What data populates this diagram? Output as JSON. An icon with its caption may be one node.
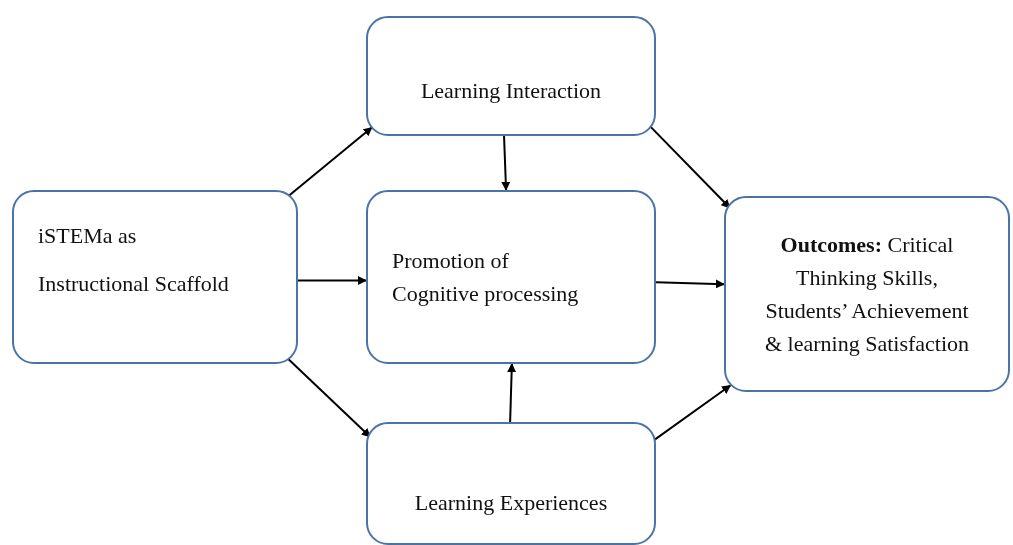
{
  "diagram": {
    "nodes": [
      {
        "text": [
          "iSTEMa as",
          "Instructional Scaffold"
        ]
      },
      {
        "text": [
          "Learning Interaction"
        ]
      },
      {
        "text": [
          "Promotion of Cognitive processing"
        ]
      },
      {
        "text": [
          "Learning Experiences"
        ]
      },
      {
        "text": [
          "**Outcomes:** Critical Thinking Skills, Students’ Achievement & learning Satisfaction"
        ]
      }
    ],
    "edges": [
      {
        "from": 0,
        "to": 1,
        "arrow": "to"
      },
      {
        "from": 0,
        "to": 2,
        "arrow": "to"
      },
      {
        "from": 0,
        "to": 3,
        "arrow": "to"
      },
      {
        "from": 1,
        "to": 2,
        "arrow": "to"
      },
      {
        "from": 1,
        "to": 4,
        "arrow": "to"
      },
      {
        "from": 2,
        "to": 4,
        "arrow": "to"
      },
      {
        "from": 3,
        "to": 2,
        "arrow": "to"
      },
      {
        "from": 3,
        "to": 4,
        "arrow": "to"
      }
    ]
  }
}
